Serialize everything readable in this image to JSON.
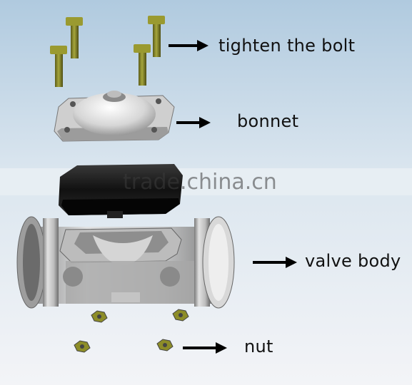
{
  "labels": {
    "bolt": "tighten the bolt",
    "bonnet": "bonnet",
    "valve_body": "valve body",
    "nut": "nut"
  },
  "watermark": "trade.china.cn",
  "colors": {
    "background_top": "#b3cce0",
    "background_bottom": "#f2f3f6",
    "bolt": "#8a8a2a",
    "metal": "#c8c8c8",
    "diaphragm": "#1a1a1a",
    "arrow": "#000000"
  },
  "icons": {
    "arrow": "right-arrow-icon"
  }
}
